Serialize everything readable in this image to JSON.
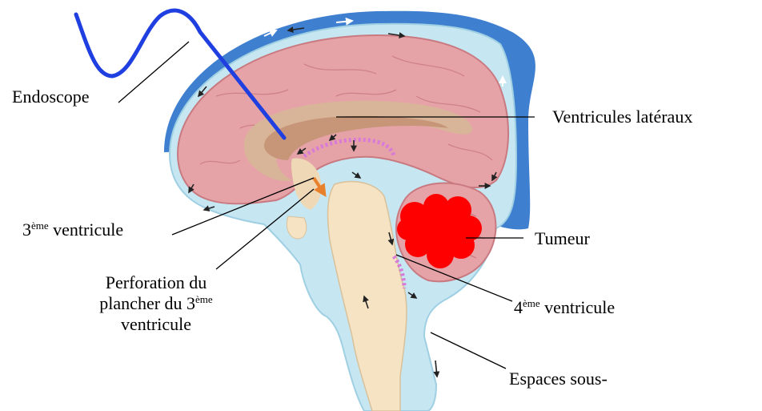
{
  "labels": {
    "endoscope": "Endoscope",
    "lateral_ventricles": "Ventricules latéraux",
    "third_ventricle": {
      "prefix": "3",
      "sup": "ème",
      "rest": " ventricule"
    },
    "tumor": "Tumeur",
    "perforation": {
      "line1": "Perforation du",
      "line2_prefix": "plancher du 3",
      "line2_sup": "ème",
      "line3": "ventricule"
    },
    "fourth_ventricle": {
      "prefix": "4",
      "sup": "ème",
      "rest": " ventricule"
    },
    "subarachnoid": "Espaces sous-"
  },
  "colors": {
    "skull": "#3f7fd0",
    "csf": "#c6e6f2",
    "csf_stroke": "#9fcfe2",
    "brain": "#e6a3a7",
    "brain_stroke": "#c97a80",
    "ventricle": "#d8b598",
    "ventricle_light": "#eed8b6",
    "brainstem": "#f5e3c3",
    "plexus": "#d87ad8",
    "endoscope": "#1f3fe0",
    "tumor": "#ff0000",
    "perforation_arrow": "#e8802c",
    "flow_arrow": "#222222"
  }
}
